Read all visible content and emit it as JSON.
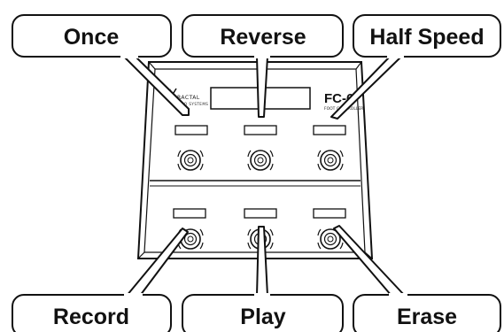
{
  "device": {
    "brand": "FRACTAL",
    "brand_sub": "AUDIO SYSTEMS",
    "model": "FC-6",
    "model_sub": "FOOT CONTROLLER"
  },
  "callouts": {
    "once": "Once",
    "reverse": "Reverse",
    "half_speed": "Half Speed",
    "record": "Record",
    "play": "Play",
    "erase": "Erase"
  }
}
